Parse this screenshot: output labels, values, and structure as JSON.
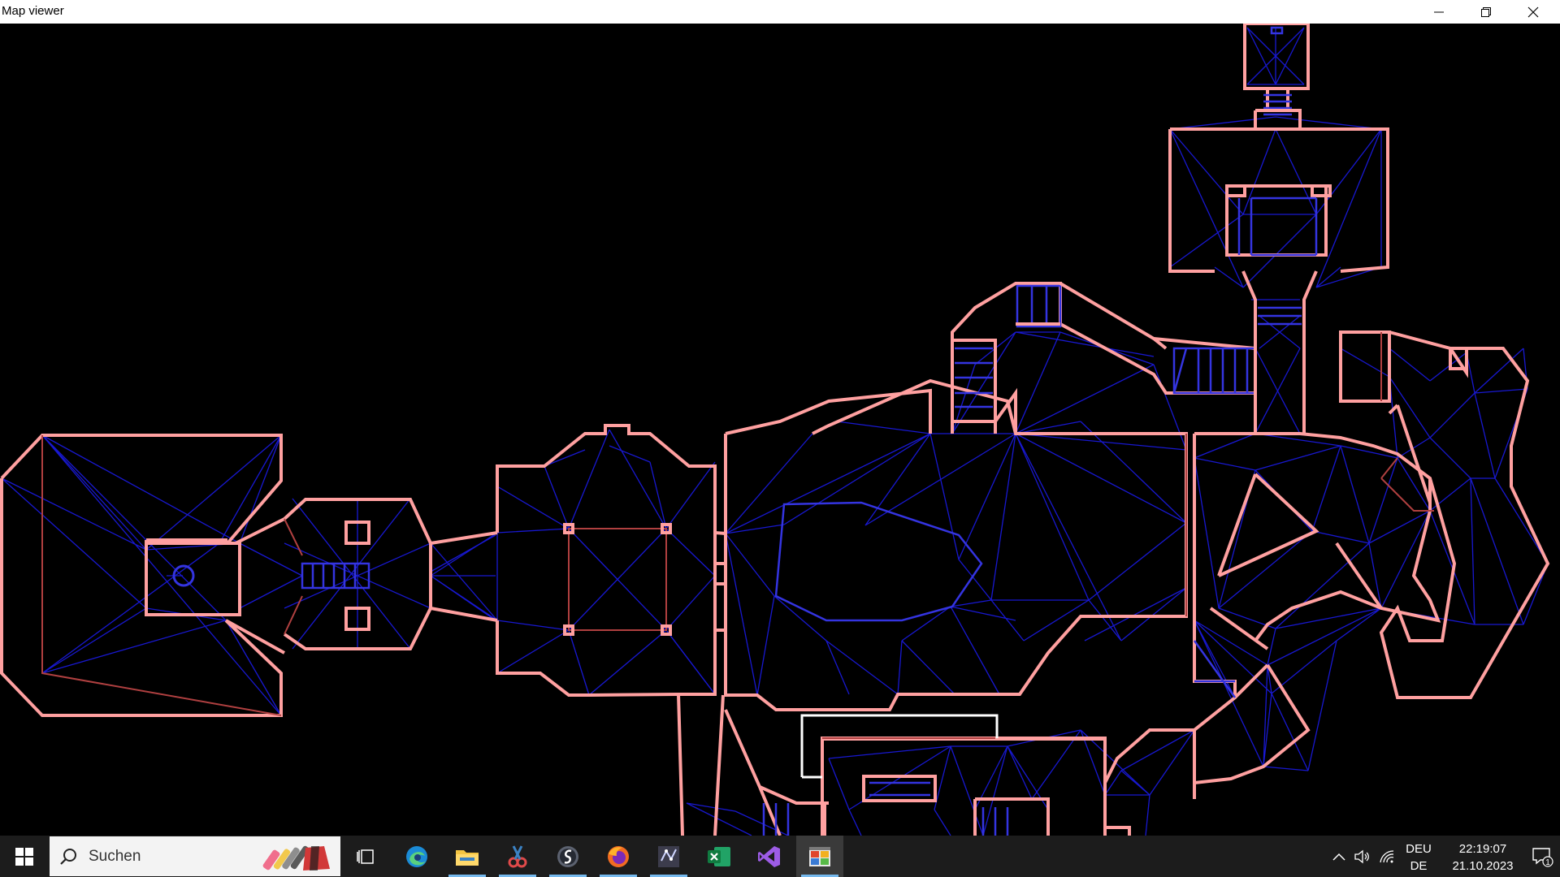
{
  "window": {
    "title": "Map viewer",
    "controls": [
      "minimize",
      "restore",
      "close"
    ]
  },
  "map": {
    "background": "#000000",
    "wall_color": "#ff8a8a",
    "wall_inner_color": "#9a3030",
    "triangulation_color": "#1a1ad8",
    "selection_color": "#ffffff"
  },
  "taskbar": {
    "search_placeholder": "Suchen",
    "apps": [
      {
        "name": "task-view-icon"
      },
      {
        "name": "edge-icon"
      },
      {
        "name": "file-explorer-icon"
      },
      {
        "name": "snipping-tool-icon"
      },
      {
        "name": "steam-app-icon"
      },
      {
        "name": "firefox-icon"
      },
      {
        "name": "udb-icon"
      },
      {
        "name": "excel-icon"
      },
      {
        "name": "visual-studio-icon"
      },
      {
        "name": "map-viewer-app-icon",
        "active": true
      }
    ],
    "language_line1": "DEU",
    "language_line2": "DE",
    "time": "22:19:07",
    "date": "21.10.2023",
    "notification_count": "1"
  }
}
